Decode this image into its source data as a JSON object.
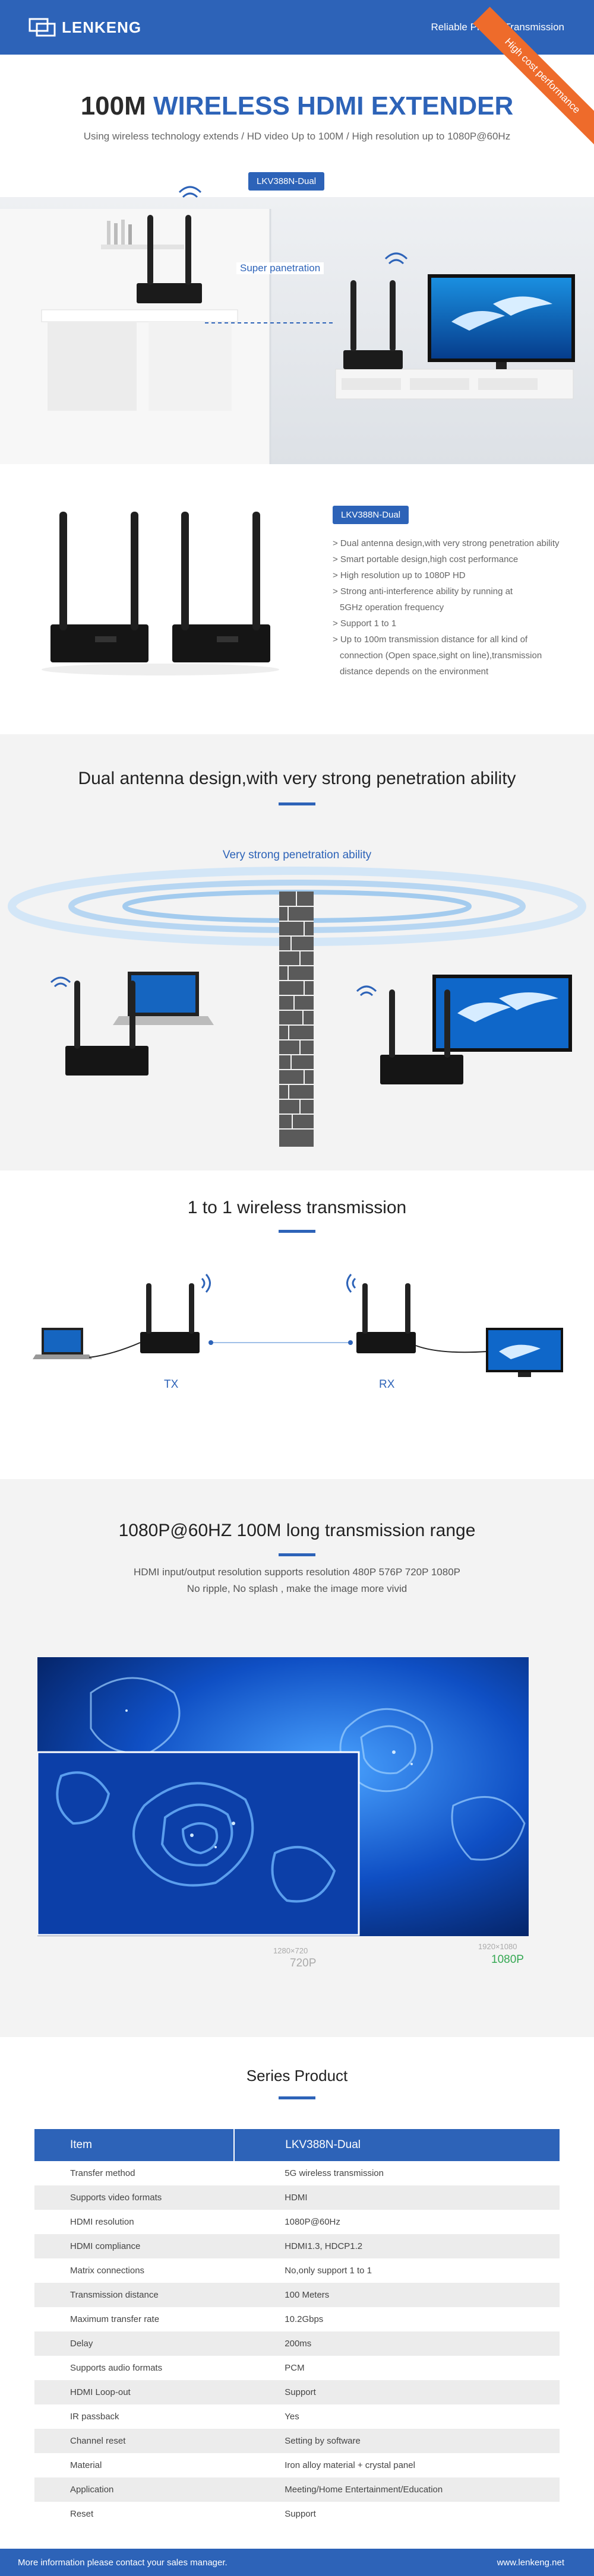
{
  "brand": {
    "name": "LENKENG",
    "tagline": "Reliable Pro-AV Transmission",
    "ribbon": "High cost performance"
  },
  "hero": {
    "title_pre": "100M",
    "title_hl": "WIRELESS HDMI EXTENDER",
    "subtitle": "Using wireless technology extends /  HD video Up to 100M / High resolution up to 1080P@60Hz",
    "model": "LKV388N-Dual",
    "caption": "Super panetration"
  },
  "features": {
    "model": "LKV388N-Dual",
    "items": [
      "> Dual antenna design,with very strong penetration ability",
      "> Smart portable design,high cost performance",
      "> High resolution up to 1080P HD",
      "> Strong anti-interference ability by running at",
      "   5GHz operation frequency",
      "> Support 1 to 1",
      "> Up to 100m transmission distance for all kind of",
      "   connection (Open space,sight on line),transmission",
      "   distance depends on the environment"
    ]
  },
  "dual": {
    "title": "Dual antenna design,with very strong penetration ability",
    "caption": "Very strong penetration ability"
  },
  "onetoone": {
    "title": "1 to 1 wireless transmission",
    "tx": "TX",
    "rx": "RX"
  },
  "resolution": {
    "title": "1080P@60HZ  100M long transmission range",
    "line1": "HDMI input/output resolution supports resolution 480P 576P 720P 1080P",
    "line2": "No ripple, No splash  , make the image more vivid",
    "small_res": "1280×720",
    "small_label": "720P",
    "big_res": "1920×1080",
    "big_label": "1080P"
  },
  "series": {
    "title": "Series Product",
    "header": [
      "Item",
      "LKV388N-Dual"
    ],
    "rows": [
      [
        "Transfer method",
        "5G wireless transmission"
      ],
      [
        "Supports video formats",
        "HDMI"
      ],
      [
        "HDMI resolution",
        "1080P@60Hz"
      ],
      [
        "HDMI compliance",
        "HDMI1.3,   HDCP1.2"
      ],
      [
        "Matrix connections",
        "No,only support 1 to 1"
      ],
      [
        "Transmission distance",
        "100 Meters"
      ],
      [
        "Maximum transfer rate",
        "10.2Gbps"
      ],
      [
        "Delay",
        "200ms"
      ],
      [
        "Supports audio formats",
        "PCM"
      ],
      [
        "HDMI Loop-out",
        "Support"
      ],
      [
        "IR passback",
        "Yes"
      ],
      [
        "Channel reset",
        "Setting by software"
      ],
      [
        "Material",
        "Iron alloy material + crystal panel"
      ],
      [
        "Application",
        "Meeting/Home Entertainment/Education"
      ],
      [
        "Reset",
        "Support"
      ]
    ]
  },
  "footer": {
    "left": "More information please contact  your sales manager.",
    "right": "www.lenkeng.net"
  },
  "colors": {
    "brand_blue": "#2d63b8",
    "ribbon_orange": "#ee6b2b",
    "label_green": "#35a853"
  }
}
